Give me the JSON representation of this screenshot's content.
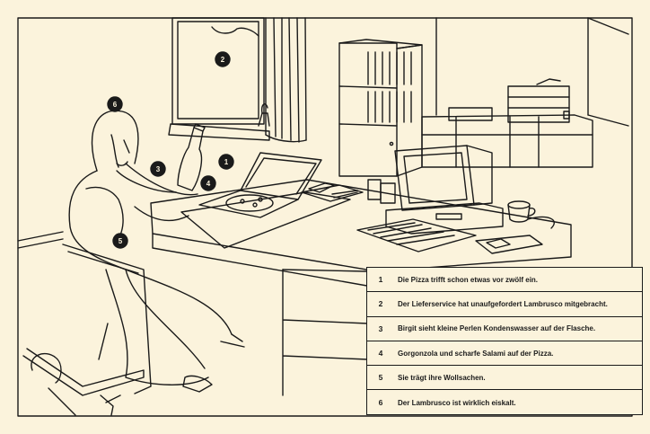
{
  "colors": {
    "background": "#fbf3dc",
    "ink": "#1a1a1a"
  },
  "markers": [
    {
      "id": "1",
      "text": "Die Pizza trifft schon etwas vor zwölf ein."
    },
    {
      "id": "2",
      "text": "Der Lieferservice hat unaufgefordert Lambrusco mitgebracht."
    },
    {
      "id": "3",
      "text": "Birgit sieht kleine Perlen Kondenswasser auf der Flasche."
    },
    {
      "id": "4",
      "text": "Gorgonzola und scharfe Salami auf der Pizza."
    },
    {
      "id": "5",
      "text": "Sie trägt ihre Wollsachen."
    },
    {
      "id": "6",
      "text": "Der Lambrusco ist wirklich eiskalt."
    }
  ]
}
